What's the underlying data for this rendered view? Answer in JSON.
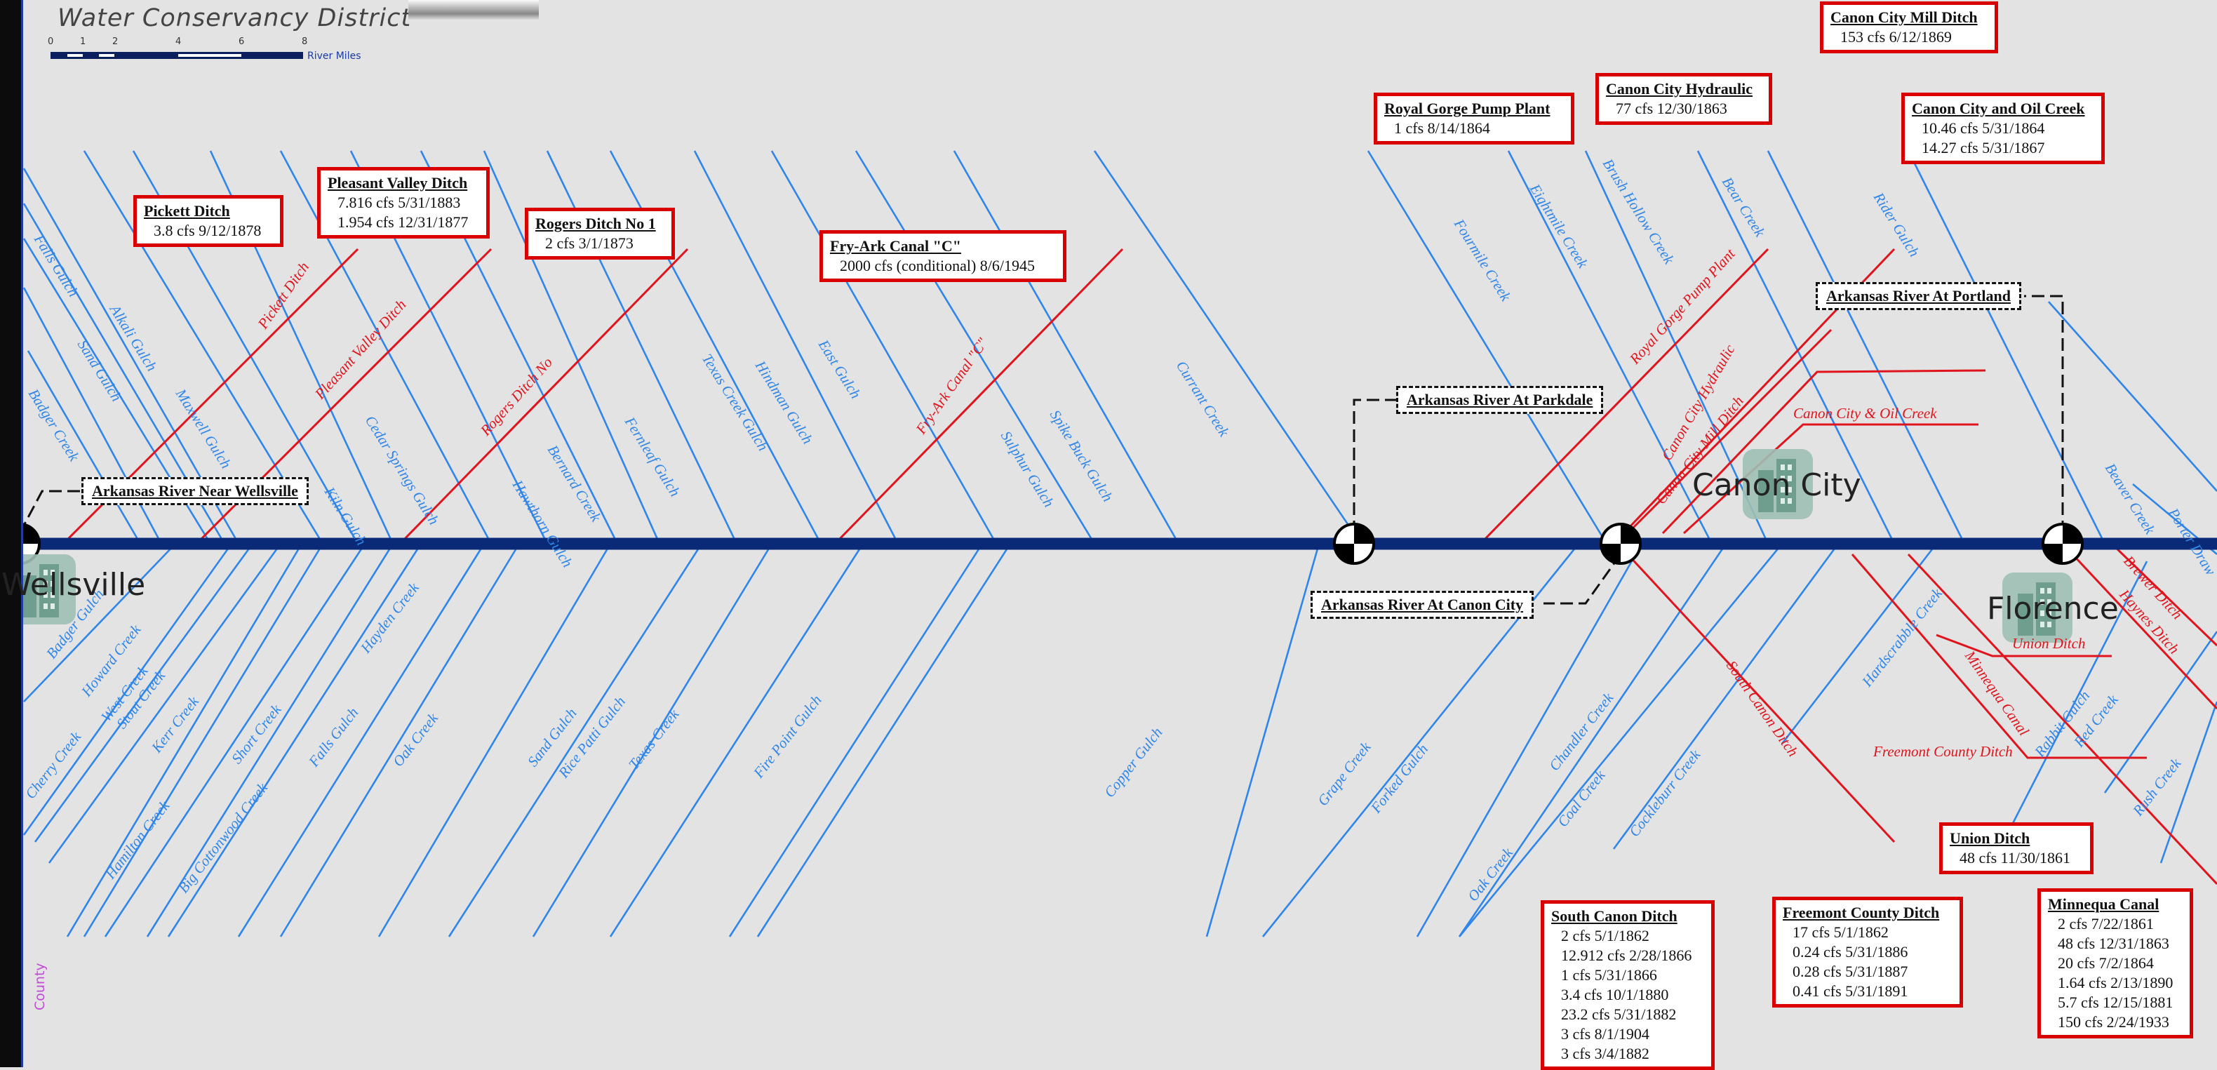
{
  "map_title": "Water Conservancy District",
  "scale": {
    "ticks": [
      "0",
      "1",
      "2",
      "4",
      "6",
      "8"
    ],
    "unit": "River Miles"
  },
  "county_label": "County",
  "colors": {
    "river": "#0a2a78",
    "tributary": "#2f86e8",
    "ditch": "#e0141c",
    "box_border": "#d80000",
    "background": "#e3e3e3"
  },
  "cities": {
    "wellsville": "Wellsville",
    "canon_city": "Canon City",
    "florence": "Florence"
  },
  "gauges": {
    "wellsville": "Arkansas River Near Wellsville",
    "parkdale": "Arkansas River At Parkdale",
    "canon_city": "Arkansas River At Canon City",
    "portland": "Arkansas River At Portland"
  },
  "rights": {
    "pickett": {
      "title": "Pickett Ditch",
      "lines": [
        "3.8 cfs 9/12/1878"
      ]
    },
    "pleasant_valley": {
      "title": "Pleasant Valley Ditch",
      "lines": [
        "7.816 cfs 5/31/1883",
        "1.954 cfs 12/31/1877"
      ]
    },
    "rogers": {
      "title": "Rogers Ditch No 1",
      "lines": [
        "2 cfs 3/1/1873"
      ]
    },
    "fry_ark": {
      "title": "Fry-Ark Canal \"C\"",
      "lines": [
        "2000 cfs (conditional) 8/6/1945"
      ]
    },
    "royal_gorge": {
      "title": "Royal Gorge Pump Plant",
      "lines": [
        "1 cfs 8/14/1864"
      ]
    },
    "canon_hydraulic": {
      "title": "Canon City Hydraulic",
      "lines": [
        "77 cfs 12/30/1863"
      ]
    },
    "canon_mill": {
      "title": "Canon City Mill Ditch",
      "lines": [
        "153 cfs 6/12/1869"
      ]
    },
    "canon_oil": {
      "title": "Canon City and Oil Creek",
      "lines": [
        "10.46 cfs 5/31/1864",
        "14.27 cfs 5/31/1867"
      ]
    },
    "south_canon": {
      "title": "South Canon Ditch",
      "lines": [
        "2 cfs 5/1/1862",
        "12.912 cfs 2/28/1866",
        "1 cfs 5/31/1866",
        "3.4 cfs 10/1/1880",
        "23.2 cfs 5/31/1882",
        "3 cfs 8/1/1904",
        "3 cfs 3/4/1882"
      ]
    },
    "fremont": {
      "title": "Freemont County Ditch",
      "lines": [
        "17 cfs 5/1/1862",
        "0.24 cfs 5/31/1886",
        "0.28 cfs 5/31/1887",
        "0.41 cfs 5/31/1891"
      ]
    },
    "union": {
      "title": "Union Ditch",
      "lines": [
        "48 cfs 11/30/1861"
      ]
    },
    "minnequa": {
      "title": "Minnequa Canal",
      "lines": [
        "2 cfs 7/22/1861",
        "48 cfs 12/31/1863",
        "20 cfs 7/2/1864",
        "1.64 cfs 2/13/1890",
        "5.7 cfs 12/15/1881",
        "150 cfs 2/24/1933"
      ]
    }
  },
  "tributaries_north": [
    "Falls Gulch",
    "Alkali Gulch",
    "Sand Gulch",
    "Badger Creek",
    "Maxwell Gulch",
    "Kiln Gulch",
    "Cedar Springs Gulch",
    "Bernard Creek",
    "Hawthorn Gulch",
    "Fernleaf Gulch",
    "Texas Creek Gulch",
    "Hindman Gulch",
    "East Gulch",
    "Sulphur Gulch",
    "Spike Buck Gulch",
    "Currant Creek",
    "Fourmile Creek",
    "Eightmile Creek",
    "Brush Hollow Creek",
    "Bear Creek",
    "Rider Gulch",
    "Beaver Creek",
    "Porter Draw"
  ],
  "tributaries_south": [
    "Badger Gulch",
    "Howard Creek",
    "West Creek",
    "Stout Creek",
    "Cherry Creek",
    "Kerr Creek",
    "Hamilton Creek",
    "Short Creek",
    "Big Cottonwood Creek",
    "Falls Gulch",
    "Hayden Creek",
    "Oak Creek",
    "Sand Gulch",
    "Rice Patti Gulch",
    "Texas Creek",
    "Fire Point Gulch",
    "Copper Gulch",
    "Grape Creek",
    "Forked Gulch",
    "Oak Creek",
    "Coal Creek",
    "Chandler Creek",
    "Cockleburr Creek",
    "Hardscrabble Creek",
    "Rabbit Gulch",
    "Red Creek",
    "Rush Creek"
  ],
  "ditch_labels": [
    "Pickett Ditch",
    "Pleasant Valley Ditch",
    "Rogers Ditch No",
    "Fry-Ark Canal \"C\"",
    "Royal Gorge Pump Plant",
    "Canon City Hydraulic",
    "Canon City Mill Ditch",
    "Canon City & Oil Creek",
    "South Canon Ditch",
    "Freemont County Ditch",
    "Union Ditch",
    "Minnequa Canal",
    "Brewer Ditch",
    "Haynes Ditch"
  ]
}
